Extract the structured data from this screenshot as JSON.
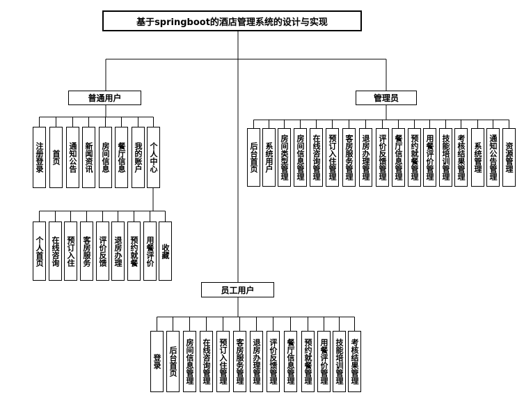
{
  "title": "基于springboot的酒店管理系统的设计与实现",
  "groups": {
    "user": {
      "label": "普通用户",
      "items": [
        "注册登录",
        "首页",
        "通知公告",
        "新闻资讯",
        "房间信息",
        "餐厅信息",
        "我的账户",
        "个人中心"
      ]
    },
    "user_center": {
      "items": [
        "个人首页",
        "在线咨询",
        "预订入住",
        "客房服务",
        "评价反馈",
        "退房办理",
        "预约就餐",
        "用餐评价",
        "收藏"
      ]
    },
    "admin": {
      "label": "管理员",
      "items": [
        "后台首页",
        "系统用户",
        "房间类型管理",
        "房间信息管理",
        "在线咨询管理",
        "预订入住管理",
        "客房服务管理",
        "退房办理管理",
        "评价反馈管理",
        "餐厅信息管理",
        "预约就餐管理",
        "用餐评价管理",
        "技能培训管理",
        "考核结果管理",
        "系统管理",
        "通知公告管理",
        "资源管理"
      ]
    },
    "staff": {
      "label": "员工用户",
      "items": [
        "登录",
        "后台首页",
        "房间信息管理",
        "在线咨询管理",
        "预订入住管理",
        "客房服务管理",
        "退房办理管理",
        "评价反馈管理",
        "餐厅信息管理",
        "预约就餐管理",
        "用餐评价管理",
        "技能培训管理",
        "考核结果管理"
      ]
    }
  }
}
